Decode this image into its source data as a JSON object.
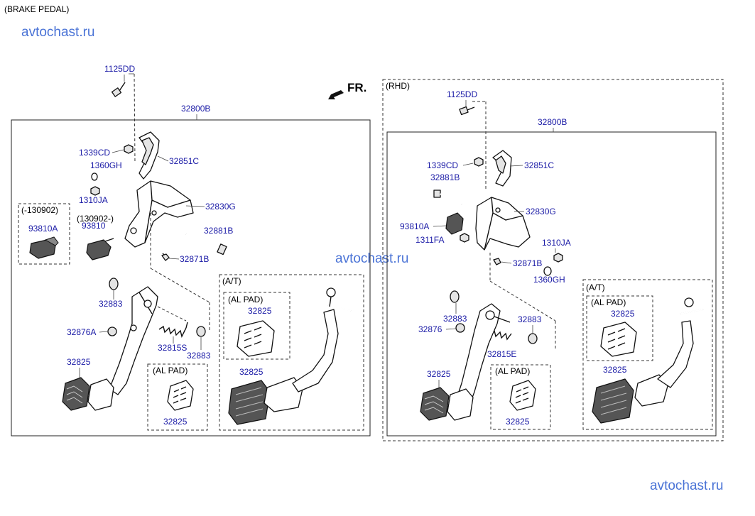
{
  "header": {
    "title": "(BRAKE PEDAL)"
  },
  "watermark": {
    "text": "avtochast.ru"
  },
  "direction": {
    "label": "FR."
  },
  "left": {
    "assembly_no": "32800B",
    "labels": {
      "bolt_top": "1125DD",
      "nut_1": "1339CD",
      "washer": "1360GH",
      "nut_2": "1310JA",
      "bracket": "32851C",
      "member": "32830G",
      "bolt_pivot": "32881B",
      "bolt_small": "32871B",
      "stopper_1": "32883",
      "stopper_2": "32883",
      "stopper_3": "32876A",
      "spring": "32815S",
      "pad_1": "32825",
      "pad_2": "32825",
      "pad_3": "32825",
      "pad_4": "32825"
    },
    "switch_old": {
      "date": "(-130902)",
      "part": "93810A"
    },
    "switch_new": {
      "date": "(130902-)",
      "part": "93810"
    },
    "al_pad": "(AL PAD)",
    "at": {
      "title": "(A/T)",
      "al_pad": "(AL PAD)",
      "pad_1": "32825",
      "pad_2": "32825"
    }
  },
  "right": {
    "title": "(RHD)",
    "assembly_no": "32800B",
    "labels": {
      "bolt_top": "1125DD",
      "nut_1": "1339CD",
      "bolt_pivot": "32881B",
      "bracket": "32851C",
      "member": "32830G",
      "switch": "93810A",
      "nut_2": "1311FA",
      "nut_3": "1310JA",
      "bolt_small": "32871B",
      "washer": "1360GH",
      "stopper_1": "32883",
      "stopper_2": "32883",
      "stopper_3": "32876",
      "spring": "32815E",
      "pad_1": "32825",
      "pad_2": "32825"
    },
    "al_pad": "(AL PAD)",
    "at": {
      "title": "(A/T)",
      "al_pad": "(AL PAD)",
      "pad_1": "32825",
      "pad_2": "32825"
    }
  }
}
